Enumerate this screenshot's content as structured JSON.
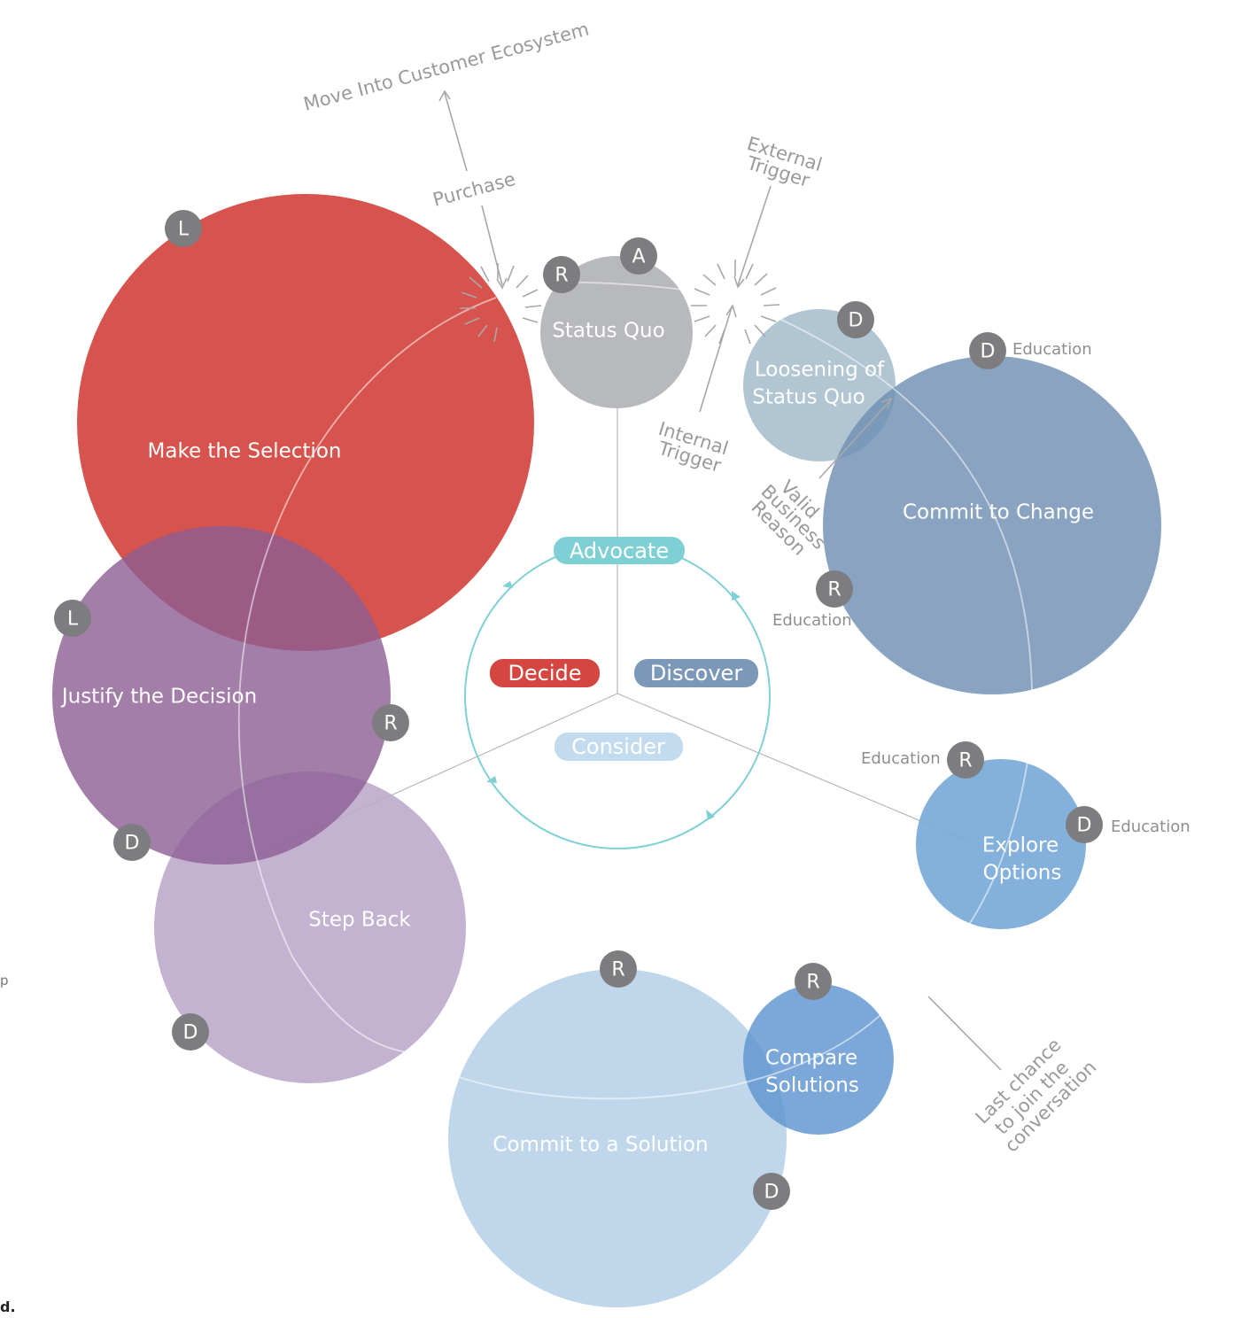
{
  "center": {
    "advocate": "Advocate",
    "decide": "Decide",
    "discover": "Discover",
    "consider": "Consider"
  },
  "circles": {
    "status_quo": "Status Quo",
    "loosening_1": "Loosening of",
    "loosening_2": "Status Quo",
    "commit_change": "Commit to Change",
    "explore_1": "Explore",
    "explore_2": "Options",
    "compare_1": "Compare",
    "compare_2": "Solutions",
    "commit_solution": "Commit to a Solution",
    "step_back": "Step Back",
    "justify": "Justify the Decision",
    "make_selection": "Make the Selection"
  },
  "annotations": {
    "move_into": "Move Into Customer Ecosystem",
    "purchase": "Purchase",
    "external_1": "External",
    "external_2": "Trigger",
    "internal_1": "Internal",
    "internal_2": "Trigger",
    "valid_1": "Valid",
    "valid_2": "Business",
    "valid_3": "Reason",
    "last_1": "Last chance",
    "last_2": "to join the",
    "last_3": "conversation",
    "education": "Education"
  },
  "badges": {
    "L": "L",
    "R": "R",
    "A": "A",
    "D": "D"
  },
  "fringe": {
    "left_edge": "p",
    "bottom_edge": "d."
  },
  "colors": {
    "decide_red": "#d4463f",
    "justify_purple": "#9a77a3",
    "step_back_lilac": "#bca8c9",
    "status_quo_gray": "#b0b1b5",
    "loosening_blue_gray": "#a9bfcd",
    "commit_change_blue": "#7b98b8",
    "explore_blue": "#7aaad8",
    "compare_blue": "#6f9fd3",
    "commit_solution_light_blue": "#b9d3e9",
    "advocate_teal": "#7fd0d4"
  }
}
